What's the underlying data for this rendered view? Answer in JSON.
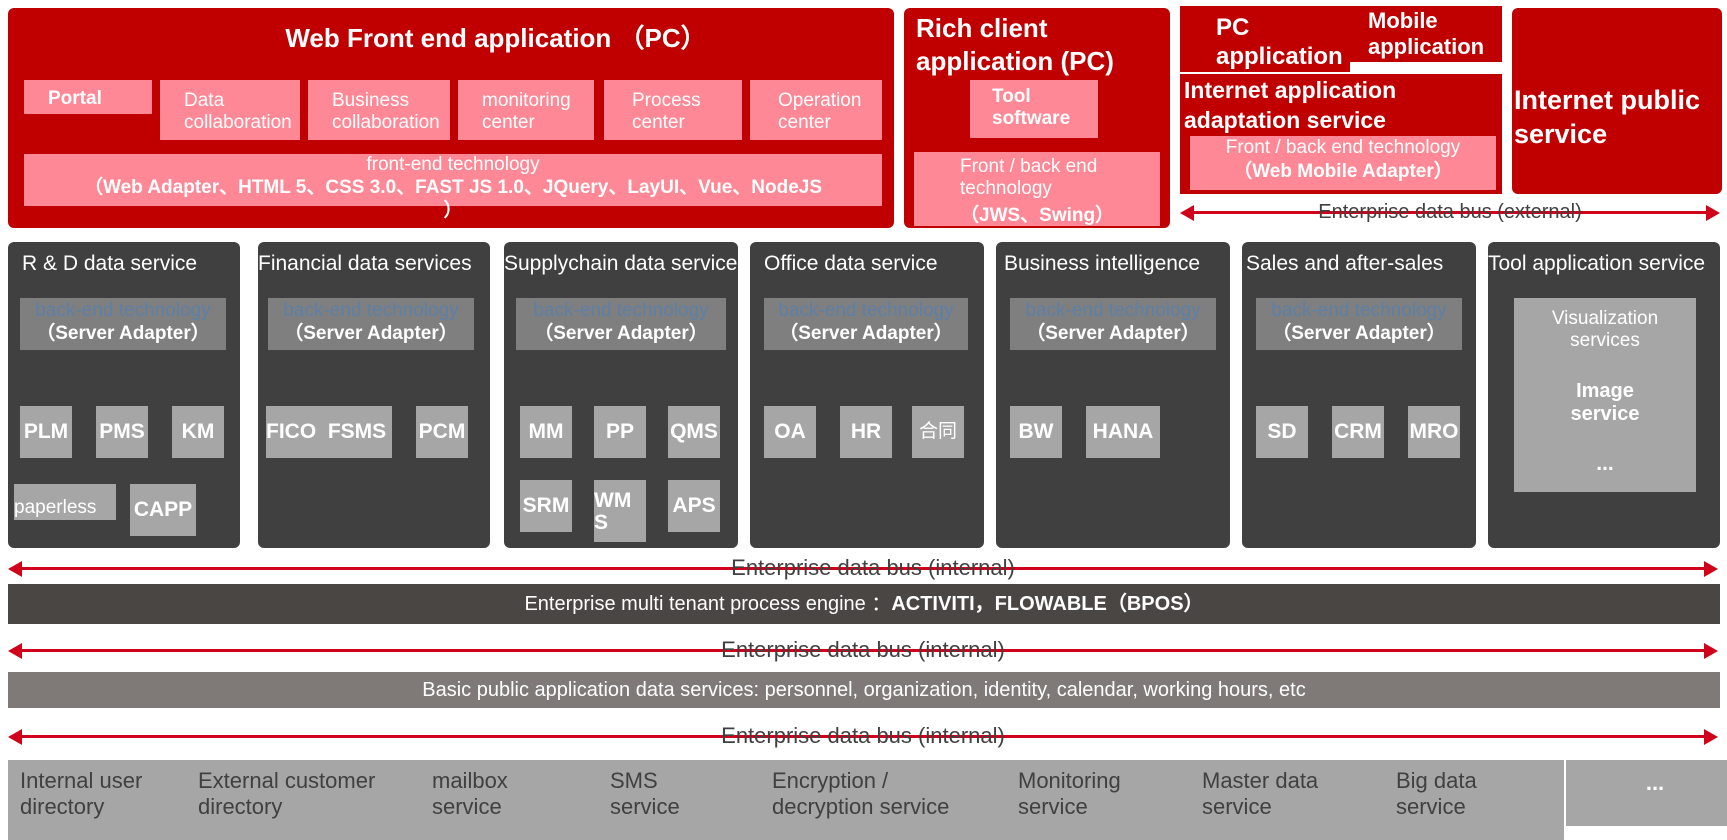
{
  "web_front": {
    "title": "Web Front end application （PC）",
    "modules": [
      "Portal",
      "Data\ncollaboration",
      "Business\ncollaboration",
      "monitoring\ncenter",
      "Process\ncenter",
      "Operation\ncenter"
    ],
    "tech_line1": "front-end technology",
    "tech_line2": "（Web Adapter、HTML 5、CSS 3.0、FAST JS 1.0、JQuery、LayUI、Vue、NodeJS",
    "tech_line3": "）"
  },
  "rich_client": {
    "title": "Rich client\napplication (PC)",
    "tool": "Tool\nsoftware",
    "tech_line1": "Front / back end\ntechnology",
    "tech_line2": "（JWS、Swing）"
  },
  "pc_app": "PC\napplication",
  "mobile_app": "Mobile\napplication",
  "internet_adapt": {
    "title": "Internet application\nadaptation service",
    "tech_line1": "Front / back end technology",
    "tech_line2": "（Web Mobile Adapter）"
  },
  "internet_public": "Internet public\nservice",
  "bus_external": "Enterprise data bus (external)",
  "services": [
    {
      "title": "R & D data service",
      "be1": "back-end technology",
      "be2": "（Server Adapter）",
      "chips": [
        "PLM",
        "PMS",
        "KM",
        "paperless",
        "CAPP"
      ]
    },
    {
      "title": "Financial data services",
      "be1": "back-end technology",
      "be2": "（Server Adapter）",
      "chips": [
        "FICO",
        "FSMS",
        "PCM"
      ]
    },
    {
      "title": "Supplychain data service",
      "be1": "back-end technology",
      "be2": "（Server Adapter）",
      "chips": [
        "MM",
        "PP",
        "QMS",
        "SRM",
        "WM\nS",
        "APS"
      ]
    },
    {
      "title": "Office data service",
      "be1": "back-end technology",
      "be2": "（Server Adapter）",
      "chips": [
        "OA",
        "HR",
        "合同"
      ]
    },
    {
      "title": "Business intelligence",
      "be1": "back-end technology",
      "be2": "（Server Adapter）",
      "chips": [
        "BW",
        "HANA"
      ]
    },
    {
      "title": "Sales and after-sales",
      "be1": "back-end technology",
      "be2": "（Server Adapter）",
      "chips": [
        "SD",
        "CRM",
        "MRO"
      ]
    },
    {
      "title": "Tool application service",
      "items": [
        "Visualization\nservices",
        "Image\nservice",
        "..."
      ]
    }
  ],
  "bus_internal": "Enterprise data bus (internal)",
  "process_engine_prefix": "Enterprise multi tenant process engine ：",
  "process_engine_bold": "ACTIVITI，FLOWABLE（BPOS）",
  "basic_services": "Basic public application data services: personnel, organization, identity, calendar, working hours, etc",
  "bottom": [
    "Internal user\ndirectory",
    "External customer\ndirectory",
    "mailbox\nservice",
    "SMS\nservice",
    "Encryption /\ndecryption service",
    "Monitoring\nservice",
    "Master data\nservice",
    "Big data\nservice",
    "..."
  ],
  "colors": {
    "accent_red": "#c00000",
    "pink": "#ff8896",
    "dark_panel": "#404040",
    "grey_chip": "#a6a6a6",
    "bus_red": "#d0021b"
  }
}
